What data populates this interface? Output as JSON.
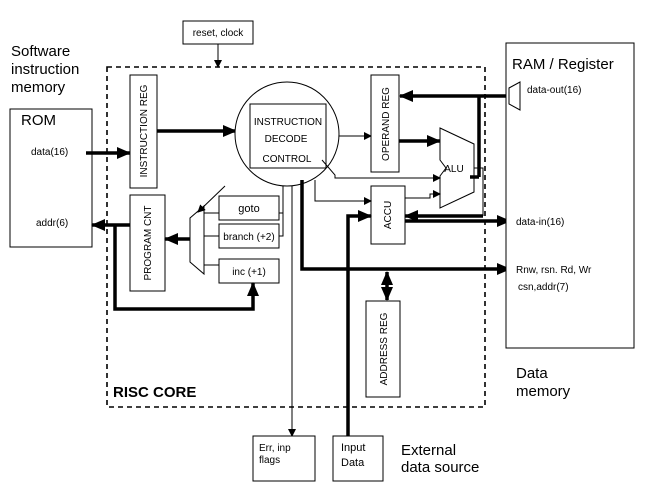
{
  "labels": {
    "reset_clock": "reset, clock",
    "software_memory_1": "Software",
    "software_memory_2": "instruction",
    "software_memory_3": "memory",
    "rom": "ROM",
    "rom_data": "data(16)",
    "rom_addr": "addr(6)",
    "instruction_reg": "INSTRUCTION REG",
    "decode_1": "INSTRUCTION",
    "decode_2": "DECODE",
    "decode_3": "CONTROL",
    "operand_reg": "OPERAND REG",
    "alu": "ALU",
    "accu": "ACCU",
    "program_cnt": "PROGRAM CNT",
    "goto": "goto",
    "branch": "branch (+2)",
    "inc": "inc (+1)",
    "address_reg": "ADDRESS REG",
    "risc_core": "RISC CORE",
    "ram": "RAM / Register",
    "data_out": "data-out(16)",
    "data_in": "data-in(16)",
    "ctrl_1": "Rnw, rsn. Rd, Wr",
    "ctrl_2": "csn,addr(7)",
    "data_memory_1": "Data",
    "data_memory_2": "memory",
    "err_1": "Err, inp",
    "err_2": "flags",
    "input_1": "Input",
    "input_2": "Data",
    "external_1": "External",
    "external_2": "data source"
  }
}
